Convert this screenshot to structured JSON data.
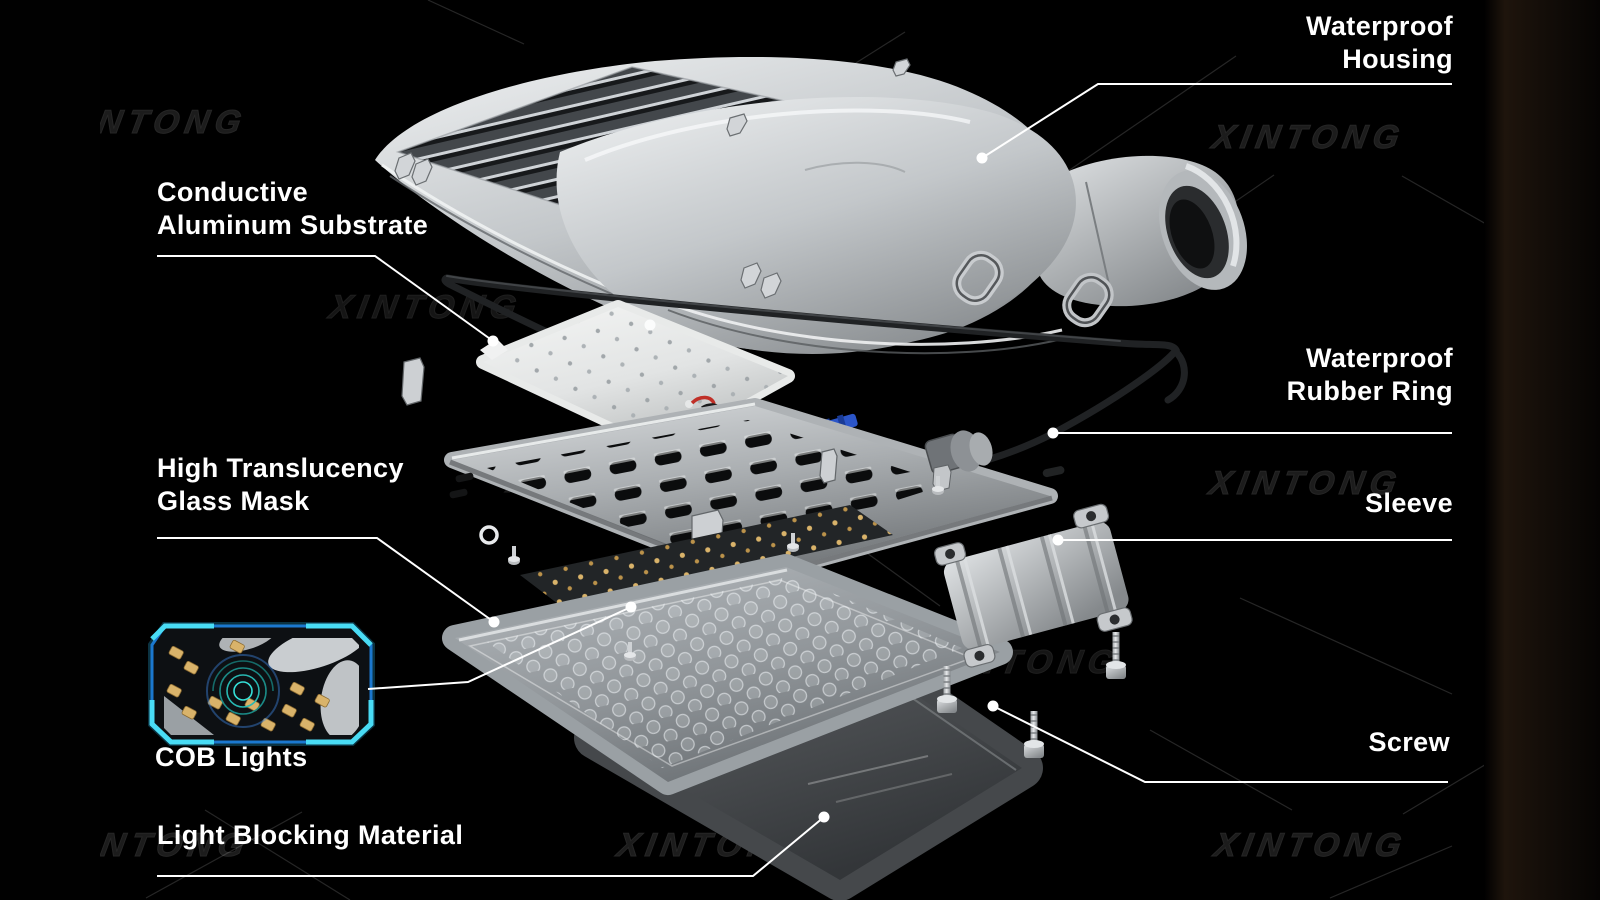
{
  "watermark": "XINTONG",
  "annotations": {
    "waterproof_housing": {
      "line1": "Waterproof",
      "line2": "Housing"
    },
    "conductive_aluminum_substrate": {
      "line1": "Conductive",
      "line2": "Aluminum Substrate"
    },
    "waterproof_rubber_ring": {
      "line1": "Waterproof",
      "line2": "Rubber Ring"
    },
    "sleeve": {
      "line1": "Sleeve"
    },
    "screw": {
      "line1": "Screw"
    },
    "high_translucency_glass_mask": {
      "line1": "High Translucency",
      "line2": "Glass Mask"
    },
    "cob_lights": {
      "line1": "COB Lights"
    },
    "light_blocking_material": {
      "line1": "Light Blocking Material"
    }
  },
  "colors": {
    "background": "#000000",
    "label_text": "#ffffff",
    "leader_line": "#ffffff",
    "watermark_gray": "#262626",
    "inset_frame_cyan": "#49dcf5",
    "inset_frame_blue": "#1b78cf",
    "led_gold": "#d9b36a",
    "teal_ring": "#2fd8cf",
    "metal_light": "#e9ebed",
    "metal_dark": "#55585c",
    "rubber_wire": "#1d1f21"
  }
}
